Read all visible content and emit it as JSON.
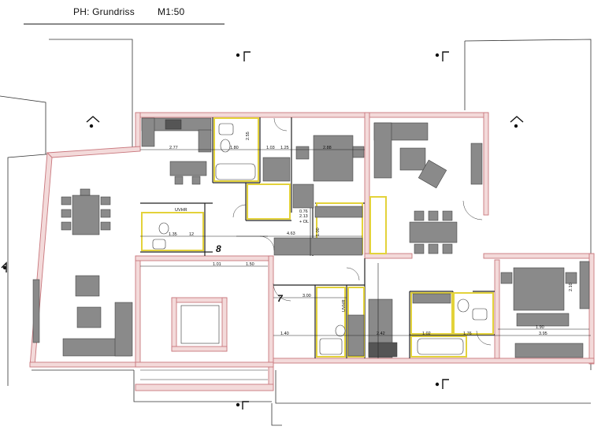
{
  "header": {
    "title": "PH: Grundriss",
    "scale": "M1:50"
  },
  "colors": {
    "wall_fill": "#f3dada",
    "wall_stroke": "#c9777d",
    "furniture": "#8a8a8a",
    "sanitary_outline": "#e3d23a",
    "dim_line": "#222222"
  },
  "rooms": [
    {
      "id": "room-8",
      "label": "8"
    },
    {
      "id": "room-7",
      "label": "7"
    }
  ],
  "dimensions": [
    {
      "id": "d-277",
      "text": "2.77"
    },
    {
      "id": "d-180",
      "text": "1.80"
    },
    {
      "id": "d-255",
      "text": "2.55"
    },
    {
      "id": "d-103",
      "text": "1.03"
    },
    {
      "id": "d-125",
      "text": "1.25"
    },
    {
      "id": "d-288",
      "text": "2.88"
    },
    {
      "id": "d-135",
      "text": "1.35"
    },
    {
      "id": "d-463",
      "text": "4.63"
    },
    {
      "id": "d-076",
      "text": "0.76"
    },
    {
      "id": "d-213",
      "text": "2.13"
    },
    {
      "id": "d-ol",
      "text": "+ OL"
    },
    {
      "id": "d-101",
      "text": "1.01"
    },
    {
      "id": "d-150",
      "text": "1.50"
    },
    {
      "id": "d-300",
      "text": "3.00"
    },
    {
      "id": "d-140",
      "text": "1.40"
    },
    {
      "id": "d-242",
      "text": "2.42"
    },
    {
      "id": "d-102",
      "text": "1.02"
    },
    {
      "id": "d-176",
      "text": "1.76"
    },
    {
      "id": "d-395",
      "text": "3.95"
    },
    {
      "id": "d-210",
      "text": "2.10"
    },
    {
      "id": "d-190",
      "text": "1.90"
    },
    {
      "id": "d-100",
      "text": "1.00"
    },
    {
      "id": "d-12",
      "text": "12"
    }
  ],
  "labels": {
    "uvhr": "UVHR",
    "uvhr2": "UVHR"
  }
}
